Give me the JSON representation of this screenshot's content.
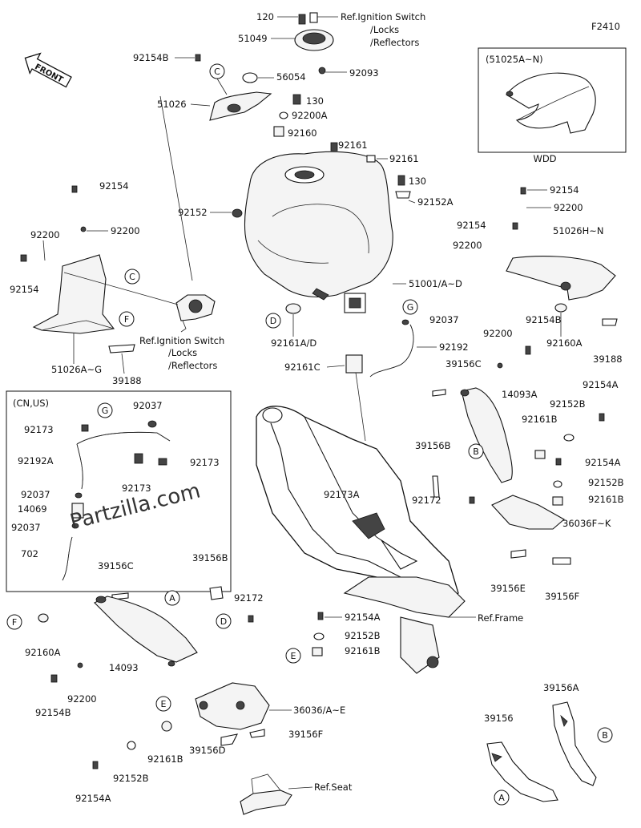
{
  "figure_code": "F2410",
  "front_label": "FRONT",
  "watermark": "Partzilla.com",
  "wdd_box": {
    "range_label": "(51025A~N)",
    "caption": "WDD"
  },
  "region_box": {
    "label": "(CN,US)"
  },
  "ref_ignition_top": [
    "Ref.Ignition Switch",
    "/Locks",
    "/Reflectors"
  ],
  "ref_ignition_mid": [
    "Ref.Ignition Switch",
    "/Locks",
    "/Reflectors"
  ],
  "ref_frame": "Ref.Frame",
  "ref_seat": "Ref.Seat",
  "callouts": [
    "C",
    "C",
    "F",
    "D",
    "G",
    "G",
    "B",
    "A",
    "D",
    "F",
    "E",
    "E",
    "A",
    "B"
  ],
  "part_numbers": {
    "p120": "120",
    "p51049": "51049",
    "p92093": "92093",
    "p92154B_top": "92154B",
    "p56054": "56054",
    "p51026": "51026",
    "p130a": "130",
    "p92200A": "92200A",
    "p92160": "92160",
    "p92161a": "92161",
    "p92161b": "92161",
    "p130b": "130",
    "p92152A": "92152A",
    "p92152": "92152",
    "p92154_l": "92154",
    "p92200_l": "92200",
    "p92200_ll": "92200",
    "p92154_ll": "92154",
    "p51026AG": "51026A~G",
    "p39188_l": "39188",
    "p51001": "51001/A~D",
    "p92161AD": "92161A/D",
    "p92037_tank": "92037",
    "p92192": "92192",
    "p92161C": "92161C",
    "p92154_r": "92154",
    "p92200_r": "92200",
    "p92154_r2": "92154",
    "p92200_r2": "92200",
    "p51026HN": "51026H~N",
    "p92160A_r": "92160A",
    "p39188_r": "39188",
    "p92154B_r": "92154B",
    "p92200_r3": "92200",
    "p39156C_r": "39156C",
    "p14093A": "14093A",
    "p92154A_r": "92154A",
    "p92152B_r": "92152B",
    "p92161B_r": "92161B",
    "p39156B_r": "39156B",
    "p92154A_r2": "92154A",
    "p92152B_r2": "92152B",
    "p92161B_r2": "92161B",
    "p92172_r": "92172",
    "p36036FK": "36036F~K",
    "p39156E": "39156E",
    "p39156F_r": "39156F",
    "p92173A": "92173A",
    "p92037_box": "92037",
    "p92173_box1": "92173",
    "p92192A": "92192A",
    "p92173_box2": "92173",
    "p92173_box3": "92173",
    "p92037_box2": "92037",
    "p14069": "14069",
    "p92037_box3": "92037",
    "p702": "702",
    "p39156C_l": "39156C",
    "p39156B_l": "39156B",
    "p92172_l": "92172",
    "p92160A_l": "92160A",
    "p14093": "14093",
    "p92200_bl": "92200",
    "p92154B_bl": "92154B",
    "p92154A_c": "92154A",
    "p92152B_c": "92152B",
    "p92161B_c": "92161B",
    "p36036AE": "36036/A~E",
    "p39156F_c": "39156F",
    "p39156D": "39156D",
    "p92161B_bl": "92161B",
    "p92152B_bl": "92152B",
    "p92154A_bl": "92154A",
    "p39156A": "39156A",
    "p39156": "39156"
  }
}
